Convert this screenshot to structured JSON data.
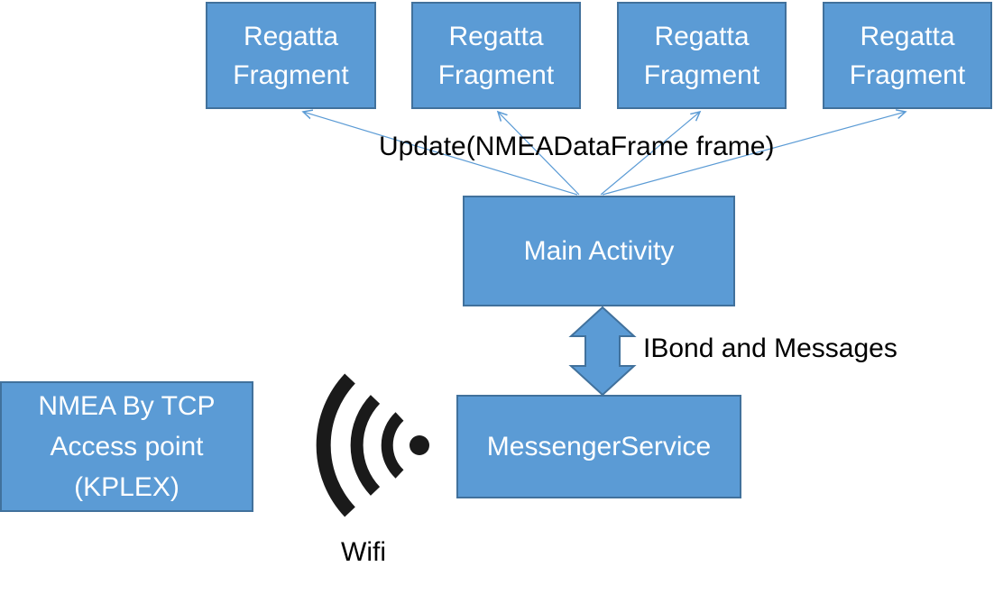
{
  "fragments": [
    {
      "line1": "Regatta",
      "line2": "Fragment"
    },
    {
      "line1": "Regatta",
      "line2": "Fragment"
    },
    {
      "line1": "Regatta",
      "line2": "Fragment"
    },
    {
      "line1": "Regatta",
      "line2": "Fragment"
    }
  ],
  "update_label": "Update(NMEADataFrame frame)",
  "main_activity": "Main Activity",
  "ibond_label": "IBond and Messages",
  "messenger_service": "MessengerService",
  "nmea_box": {
    "line1": "NMEA By TCP",
    "line2": "Access point",
    "line3": "(KPLEX)"
  },
  "wifi_label": "Wifi",
  "colors": {
    "box_fill": "#5b9bd5",
    "box_border": "#41719c",
    "box_text": "#ffffff",
    "connector": "#5b9bd5",
    "wifi_icon": "#1a1a1a"
  }
}
